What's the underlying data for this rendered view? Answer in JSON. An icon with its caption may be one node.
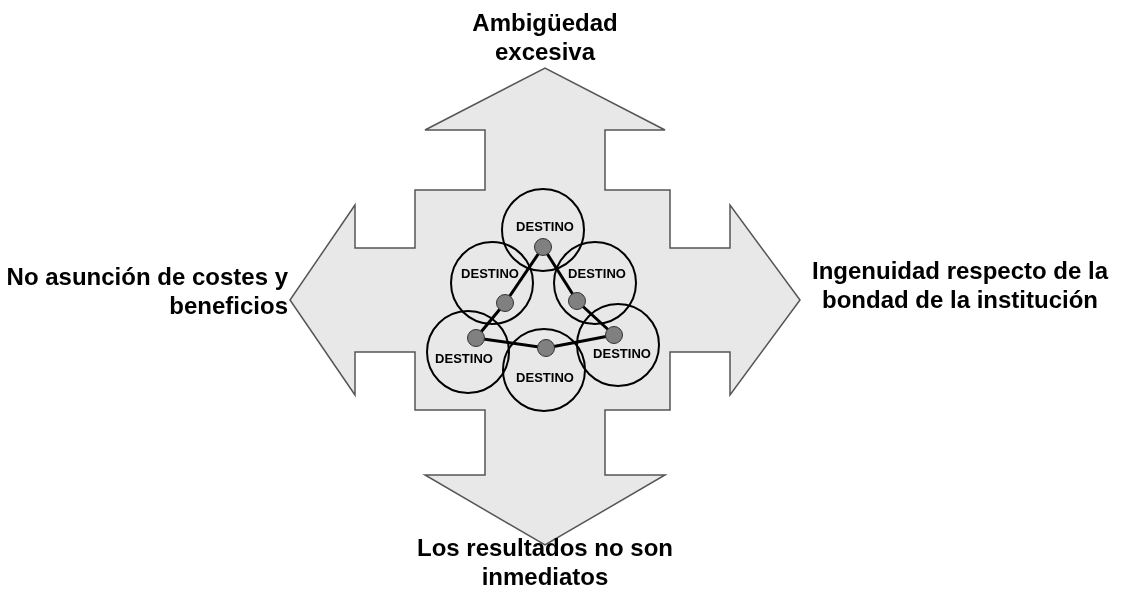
{
  "diagram": {
    "nodes": [
      {
        "text": [
          "DESTINO"
        ]
      },
      {
        "text": [
          "DESTINO"
        ]
      },
      {
        "text": [
          "DESTINO"
        ]
      },
      {
        "text": [
          "DESTINO"
        ]
      },
      {
        "text": [
          "DESTINO"
        ]
      },
      {
        "text": [
          "DESTINO"
        ]
      }
    ],
    "edges": [
      {
        "from": 0,
        "to": 1,
        "arrow": "none"
      },
      {
        "from": 1,
        "to": 3,
        "arrow": "none"
      },
      {
        "from": 3,
        "to": 4,
        "arrow": "none"
      },
      {
        "from": 4,
        "to": 5,
        "arrow": "none"
      },
      {
        "from": 5,
        "to": 2,
        "arrow": "none"
      },
      {
        "from": 2,
        "to": 0,
        "arrow": "none"
      }
    ],
    "labels": [
      "Ambigüedad excesiva",
      "No asunción de costes y beneficios",
      "Ingenuidad respecto de la bondad de la institución",
      "Los resultados no son inmediatos"
    ]
  }
}
